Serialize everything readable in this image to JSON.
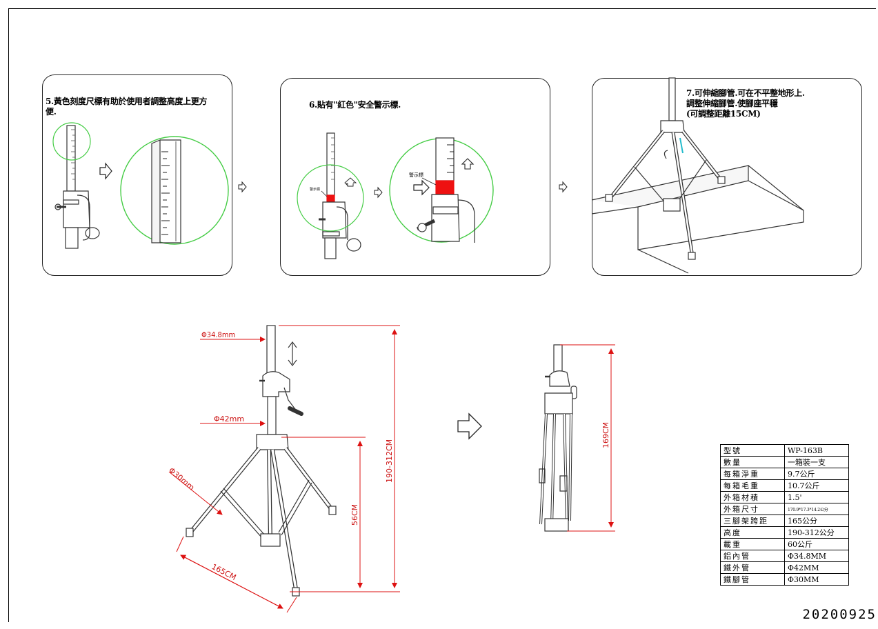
{
  "steps": [
    {
      "caption": "5.黃色刻度尺標有助於使用者調整高度上更方\n便."
    },
    {
      "caption": "6.貼有\"紅色\"安全警示標.",
      "tag_small": "警示標",
      "tag_large": "警示標"
    },
    {
      "caption": "7.可伸縮腳管.可在不平整地形上.\n調整伸縮腳管.使腳座平穩\n(可調整距離15CM)"
    }
  ],
  "dimensions": {
    "inner_tube": "Φ34.8mm",
    "outer_tube": "Φ42mm",
    "leg_tube": "Φ30mm",
    "total_height": "190-312CM",
    "base_height": "56CM",
    "span": "165CM",
    "folded_height": "169CM"
  },
  "spec_table": [
    {
      "key": "型號",
      "value": "WP-163B"
    },
    {
      "key": "數量",
      "value": "一箱裝一支"
    },
    {
      "key": "每箱淨重",
      "value": "9.7公斤"
    },
    {
      "key": "每箱毛重",
      "value": "10.7公斤"
    },
    {
      "key": "外箱材積",
      "value": "1.5'"
    },
    {
      "key": "外箱尺寸",
      "value": "170.9*17.3*14.2公分"
    },
    {
      "key": "三腳架跨距",
      "value": "165公分"
    },
    {
      "key": "高度",
      "value": "190-312公分"
    },
    {
      "key": "載重",
      "value": "60公斤"
    },
    {
      "key": "鋁內管",
      "value": "Φ34.8MM"
    },
    {
      "key": "鐵外管",
      "value": "Φ42MM"
    },
    {
      "key": "鐵腳管",
      "value": "Φ30MM"
    }
  ],
  "date_code": "20200925",
  "colors": {
    "highlight": "#44cc44",
    "warning": "#ee1111",
    "dimension": "#dd1111",
    "accent": "#22bbcc"
  }
}
